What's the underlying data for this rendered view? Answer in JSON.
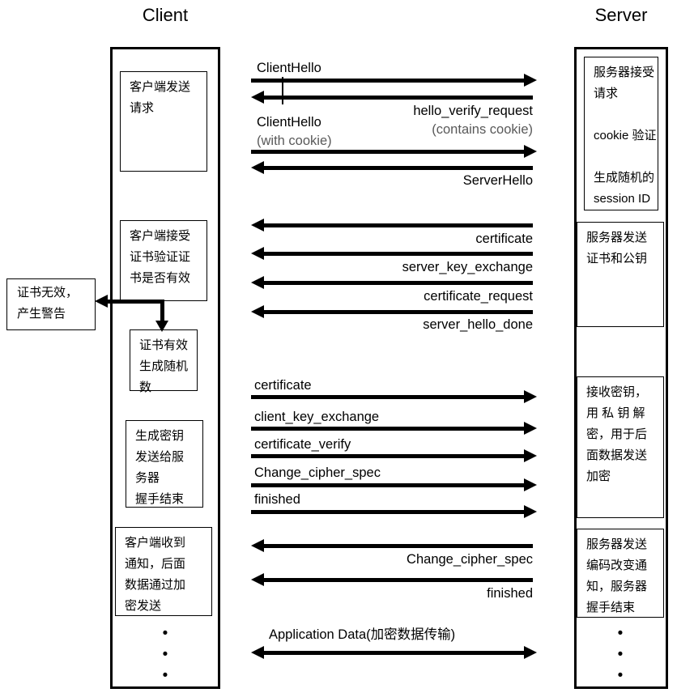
{
  "diagram": {
    "title_client": "Client",
    "title_server": "Server"
  },
  "client_states": [
    {
      "lines": [
        "客户端发送",
        "请求"
      ]
    },
    {
      "lines": [
        "客户端接受",
        "证书验证证",
        "书是否有效"
      ]
    },
    {
      "lines": [
        "证书有效",
        "生成随机",
        "数"
      ]
    },
    {
      "lines": [
        "生成密钥",
        "发送给服",
        "务器",
        "握手结束"
      ]
    },
    {
      "lines": [
        "客户端收到",
        "通知，后面",
        "数据通过加",
        "密发送"
      ]
    }
  ],
  "server_states": [
    {
      "lines": [
        "服务器接受",
        "请求",
        "",
        "cookie 验证",
        "",
        "生成随机的",
        "session ID"
      ]
    },
    {
      "lines": [
        "服务器发送",
        "证书和公钥"
      ]
    },
    {
      "lines": [
        "接收密钥，",
        "用 私 钥 解",
        "密，用于后",
        "面数据发送",
        "加密"
      ]
    },
    {
      "lines": [
        "服务器发送",
        "编码改变通",
        "知，服务器",
        "握手结束"
      ]
    }
  ],
  "alert_box": {
    "lines": [
      "证书无效，",
      "产生警告"
    ]
  },
  "ellipsis": {
    "dot": "•"
  },
  "messages": [
    {
      "id": "m1",
      "label": "ClientHello",
      "direction": "right"
    },
    {
      "id": "m2",
      "label": "hello_verify_request",
      "sublabel": "(contains cookie)",
      "direction": "left"
    },
    {
      "id": "m3",
      "label": "ClientHello",
      "sublabel": "(with cookie)",
      "direction": "right"
    },
    {
      "id": "m4",
      "label": "ServerHello",
      "direction": "left"
    },
    {
      "id": "m5",
      "label": "certificate",
      "direction": "left"
    },
    {
      "id": "m6",
      "label": "server_key_exchange",
      "direction": "left"
    },
    {
      "id": "m7",
      "label": "certificate_request",
      "direction": "left"
    },
    {
      "id": "m8",
      "label": "server_hello_done",
      "direction": "left"
    },
    {
      "id": "m9",
      "label": "certificate",
      "direction": "right"
    },
    {
      "id": "m10",
      "label": "client_key_exchange",
      "direction": "right"
    },
    {
      "id": "m11",
      "label": "certificate_verify",
      "direction": "right"
    },
    {
      "id": "m12",
      "label": "Change_cipher_spec",
      "direction": "right"
    },
    {
      "id": "m13",
      "label": "finished",
      "direction": "right"
    },
    {
      "id": "m14",
      "label": "Change_cipher_spec",
      "direction": "left"
    },
    {
      "id": "m15",
      "label": "finished",
      "direction": "left"
    },
    {
      "id": "m16",
      "label": "Application Data(加密数据传输)",
      "direction": "both"
    }
  ],
  "colors": {
    "stroke": "#000000",
    "background": "#ffffff",
    "muted_text": "#595959"
  }
}
